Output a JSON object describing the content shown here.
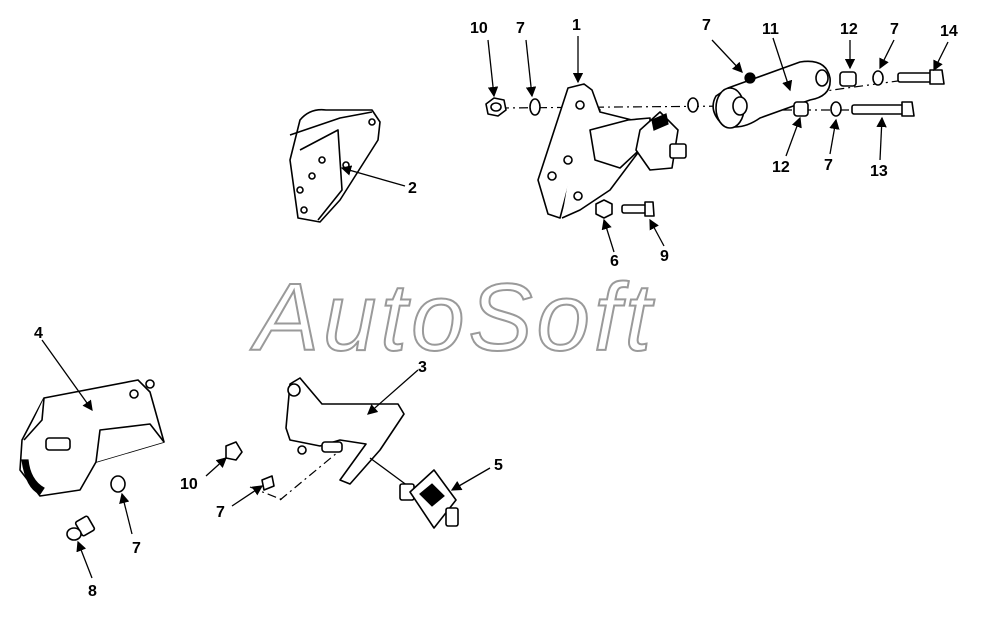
{
  "watermark": "AutoSoft",
  "colors": {
    "ink": "#000000",
    "watermark_outline": "#9a9a9a",
    "background": "#ffffff"
  },
  "callouts": [
    {
      "id": "c10a",
      "label": "10"
    },
    {
      "id": "c7a",
      "label": "7"
    },
    {
      "id": "c1",
      "label": "1"
    },
    {
      "id": "c7b",
      "label": "7"
    },
    {
      "id": "c11",
      "label": "11"
    },
    {
      "id": "c12a",
      "label": "12"
    },
    {
      "id": "c7c",
      "label": "7"
    },
    {
      "id": "c14",
      "label": "14"
    },
    {
      "id": "c2",
      "label": "2"
    },
    {
      "id": "c12b",
      "label": "12"
    },
    {
      "id": "c7d",
      "label": "7"
    },
    {
      "id": "c13",
      "label": "13"
    },
    {
      "id": "c6",
      "label": "6"
    },
    {
      "id": "c9",
      "label": "9"
    },
    {
      "id": "c4",
      "label": "4"
    },
    {
      "id": "c3",
      "label": "3"
    },
    {
      "id": "c5",
      "label": "5"
    },
    {
      "id": "c10b",
      "label": "10"
    },
    {
      "id": "c7e",
      "label": "7"
    },
    {
      "id": "c7f",
      "label": "7"
    },
    {
      "id": "c8",
      "label": "8"
    }
  ]
}
